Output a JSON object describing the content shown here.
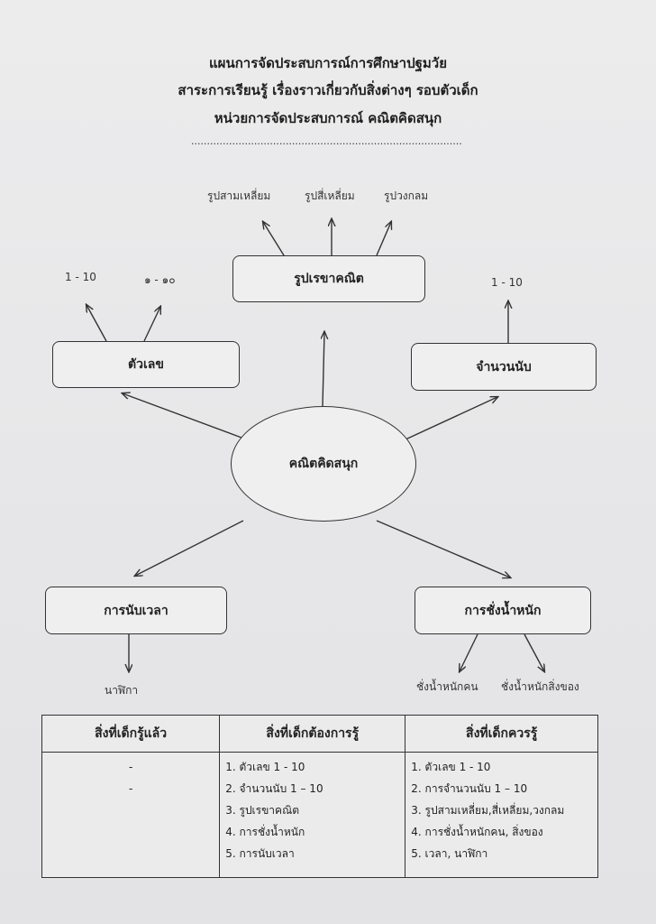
{
  "header": {
    "line1": "แผนการจัดประสบการณ์การศึกษาปฐมวัย",
    "line2": "สาระการเรียนรู้ เรื่องราวเกี่ยวกับสิ่งต่างๆ รอบตัวเด็ก",
    "line3": "หน่วยการจัดประสบการณ์    คณิตคิดสนุก",
    "dots": "................................................................................................"
  },
  "diagram": {
    "center": "คณิตคิดสนุก",
    "nodes": {
      "geometry": "รูปเรขาคณิต",
      "numbers": "ตัวเลข",
      "counting": "จำนวนนับ",
      "time": "การนับเวลา",
      "weighing": "การชั่งน้ำหนัก"
    },
    "leaves": {
      "triangle": "รูปสามเหลี่ยม",
      "square": "รูปสี่เหลี่ยม",
      "circle": "รูปวงกลม",
      "arabic": "1 - 10",
      "thai": "๑ - ๑๐",
      "count_range": "1 - 10",
      "clock": "นาฬิกา",
      "weigh_people": "ชั่งน้ำหนักคน",
      "weigh_things": "ชั่งน้ำหนักสิ่งของ"
    }
  },
  "table": {
    "headers": [
      "สิ่งที่เด็กรู้แล้ว",
      "สิ่งที่เด็กต้องการรู้",
      "สิ่งที่เด็กควรรู้"
    ],
    "col1": [
      "-",
      "-"
    ],
    "col2": [
      "1. ตัวเลข 1 - 10",
      "2. จำนวนนับ 1 – 10",
      "3. รูปเรขาคณิต",
      "4. การชั่งน้ำหนัก",
      "5. การนับเวลา"
    ],
    "col3": [
      "1. ตัวเลข 1 - 10",
      "2. การจำนวนนับ 1 – 10",
      "3. รูปสามเหลี่ยม,สี่เหลี่ยม,วงกลม",
      "4. การชั่งน้ำหนักคน, สิ่งของ",
      "5. เวลา, นาฬิกา"
    ]
  }
}
